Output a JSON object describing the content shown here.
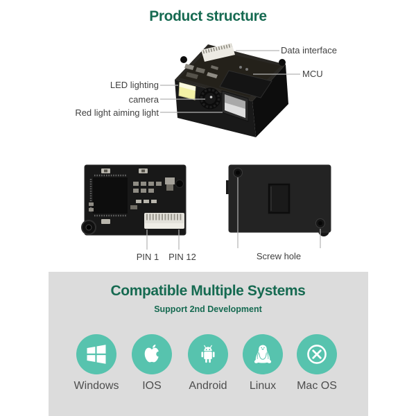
{
  "page": {
    "title": "Product structure"
  },
  "colors": {
    "heading_green": "#166a51",
    "icon_teal": "#57c3ae",
    "panel_gray": "#dcdcdc",
    "annotation_text": "#3f3f3f",
    "leader_line": "#b5b5b5",
    "led_yellow": "#f4f2a6"
  },
  "annotations": {
    "data_interface": "Data interface",
    "mcu": "MCU",
    "led_lighting": "LED lighting",
    "camera": "camera",
    "red_light": "Red light aiming light",
    "pin_1": "PIN 1",
    "pin_12": "PIN 12",
    "screw_hole": "Screw hole"
  },
  "systems": {
    "heading": "Compatible Multiple Systems",
    "subheading": "Support 2nd Development",
    "items": [
      {
        "label": "Windows",
        "icon": "windows-icon"
      },
      {
        "label": "IOS",
        "icon": "apple-icon"
      },
      {
        "label": "Android",
        "icon": "android-icon"
      },
      {
        "label": "Linux",
        "icon": "linux-icon"
      },
      {
        "label": "Mac OS",
        "icon": "macos-icon"
      }
    ]
  }
}
